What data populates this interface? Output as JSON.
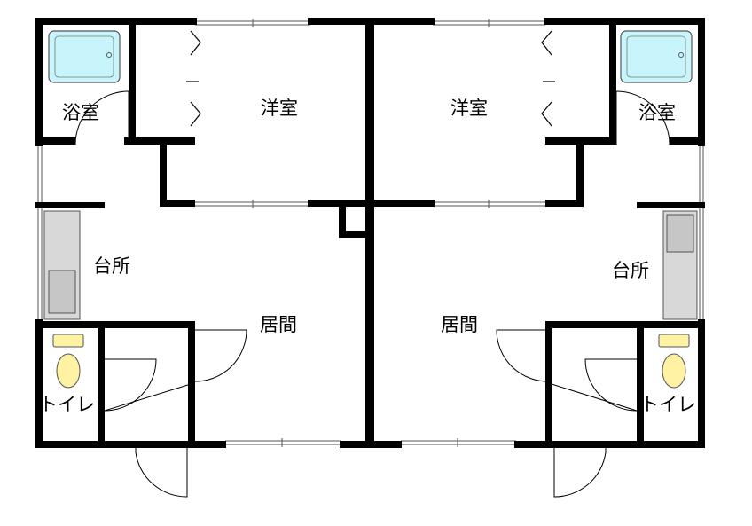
{
  "rooms": {
    "left": {
      "bath": "浴室",
      "western": "洋室",
      "kitchen": "台所",
      "living": "居間",
      "toilet": "トイレ"
    },
    "right": {
      "bath": "浴室",
      "western": "洋室",
      "kitchen": "台所",
      "living": "居間",
      "toilet": "トイレ"
    }
  },
  "colors": {
    "wall": "#000000",
    "bathtub": "#c8f4fb",
    "toilet": "#fff2a3",
    "counter": "#d8d8d8"
  }
}
